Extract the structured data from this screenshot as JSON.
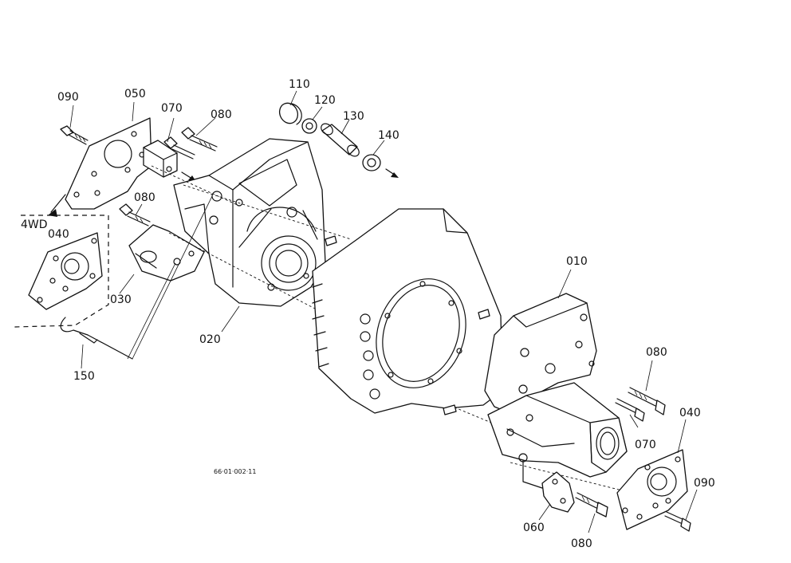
{
  "labels": {
    "p090a": "090",
    "p050": "050",
    "p070a": "070",
    "p080a": "080",
    "p110": "110",
    "p120": "120",
    "p130": "130",
    "p140": "140",
    "p080b": "080",
    "p040a": "040",
    "p030": "030",
    "p020": "020",
    "p150": "150",
    "p010": "010",
    "p080c": "080",
    "p070b": "070",
    "p040b": "040",
    "p090b": "090",
    "p060": "060",
    "p080d": "080"
  },
  "variant_label": "4WD",
  "drawing_number": "66·01·002·11"
}
